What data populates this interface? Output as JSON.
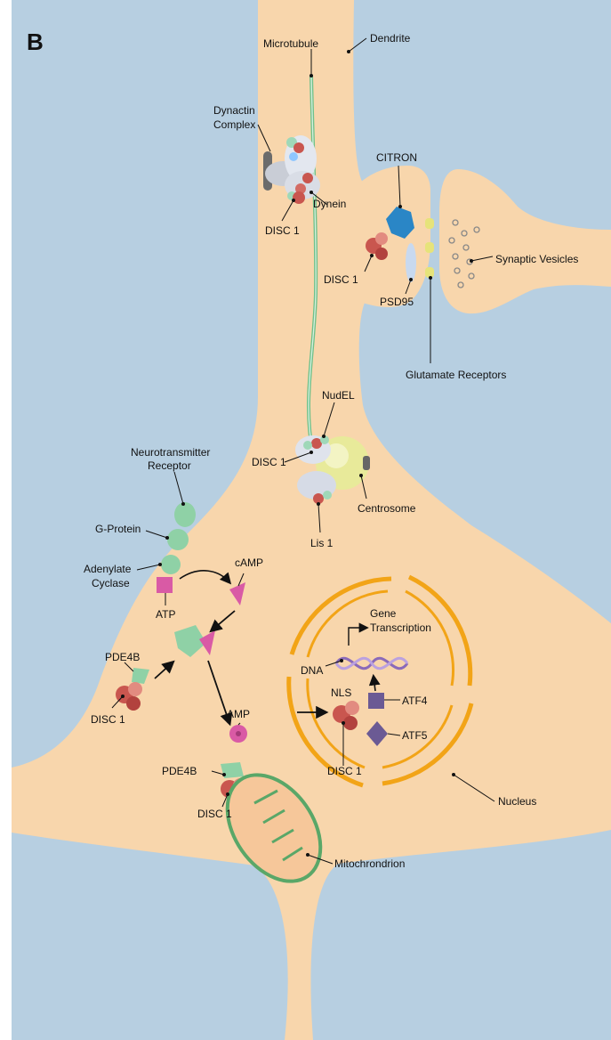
{
  "panel_label": "B",
  "colors": {
    "background": "#b7cfe1",
    "cell": "#f8d6ac",
    "microtubule": "#6fc08a",
    "nucleus": "#f2a417",
    "mitochondrion": "#5aa768",
    "disc1": "#c9564f",
    "citron": "#2a86c6",
    "pink": "#d95aa5",
    "atf": "#6b5a94",
    "arrows": "#111111"
  },
  "labels": {
    "microtubule": "Microtubule",
    "dendrite": "Dendrite",
    "dynactin_line1": "Dynactin",
    "dynactin_line2": "Complex",
    "citron": "CITRON",
    "dynein": "Dynein",
    "disc1_top": "DISC 1",
    "disc1_synapse": "DISC 1",
    "synaptic_vesicles": "Synaptic Vesicles",
    "psd95": "PSD95",
    "glutamate_receptors": "Glutamate Receptors",
    "nudel": "NudEL",
    "disc1_centrosome": "DISC 1",
    "centrosome": "Centrosome",
    "lis1": "Lis 1",
    "receptor_line1": "Neurotransmitter",
    "receptor_line2": "Receptor",
    "g_protein": "G-Protein",
    "adenylate_line1": "Adenylate",
    "adenylate_line2": "Cyclase",
    "camp": "cAMP",
    "atp": "ATP",
    "pde4b_left": "PDE4B",
    "disc1_left": "DISC 1",
    "amp": "AMP",
    "pde4b_bottom": "PDE4B",
    "disc1_bottom": "DISC 1",
    "mitochondrion": "Mitochrondrion",
    "gene_line1": "Gene",
    "gene_line2": "Transcription",
    "dna": "DNA",
    "nls": "NLS",
    "atf4": "ATF4",
    "atf5": "ATF5",
    "disc1_nucleus": "DISC 1",
    "nucleus": "Nucleus"
  }
}
